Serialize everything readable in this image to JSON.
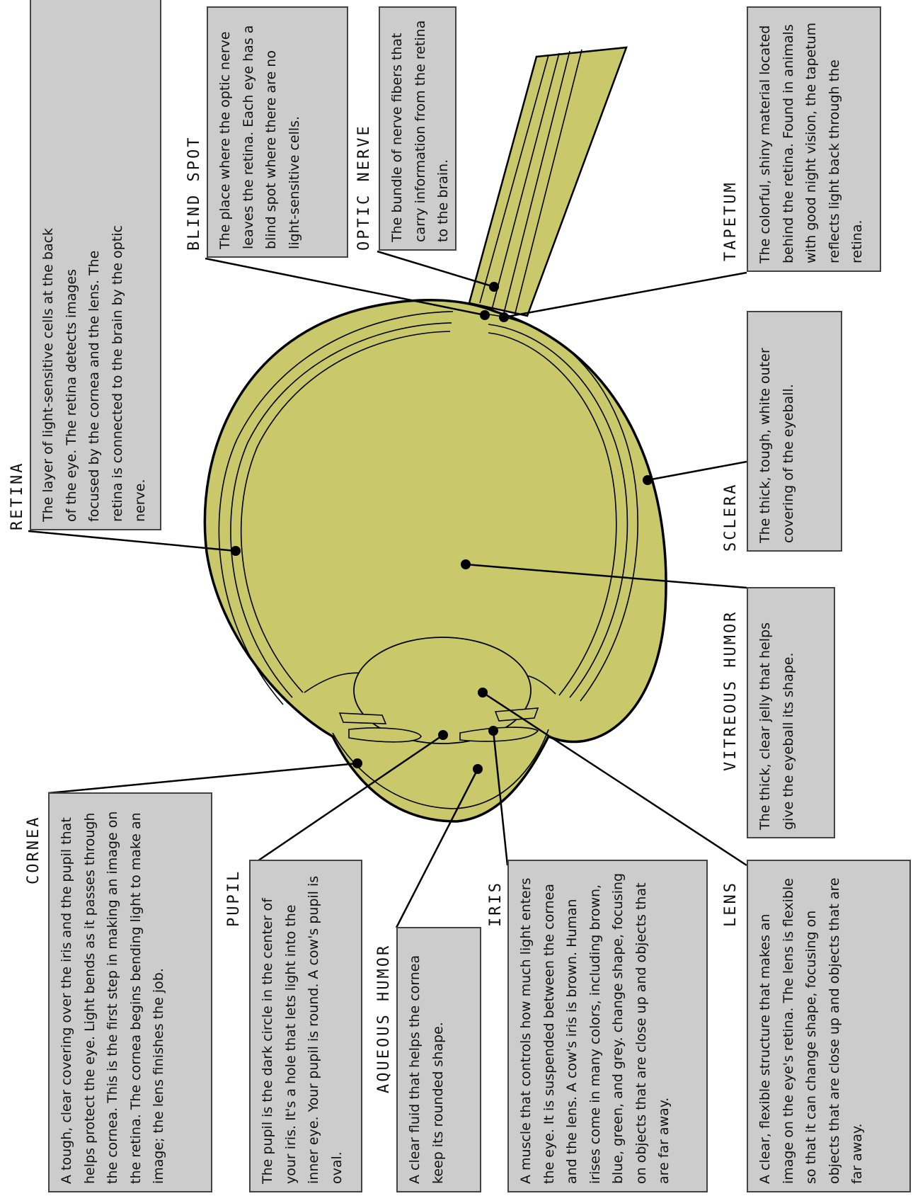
{
  "colors": {
    "eye_fill": "#c9c86a",
    "box_fill": "#cccccc",
    "line": "#000000"
  },
  "parts": {
    "retina": {
      "label": "RETINA",
      "text": "The layer of light-sensitive cells at the back of the eye. The retina detects images focused by the cornea and the lens. The retina is connected to the brain by the optic nerve."
    },
    "blind_spot": {
      "label": "BLIND SPOT",
      "text": "The place where the optic nerve leaves the retina. Each eye has a blind spot where there are no light-sensitive cells."
    },
    "optic_nerve": {
      "label": "OPTIC NERVE",
      "text": "The bundle of nerve fibers that carry information from the retina to the brain."
    },
    "tapetum": {
      "label": "TAPETUM",
      "text": "The colorful, shiny material located behind the retina. Found in animals with good night vision, the tapetum reflects light back through the retina."
    },
    "sclera": {
      "label": "SCLERA",
      "text": "The thick, tough, white outer covering of the eyeball."
    },
    "vitreous_humor": {
      "label": "VITREOUS HUMOR",
      "text": "The thick, clear jelly that helps give the eyeball its shape."
    },
    "cornea": {
      "label": "CORNEA",
      "text": "A tough, clear covering over the iris and the pupil that helps protect the eye. Light bends as it passes through the cornea. This is the first step in making an image on the retina. The cornea begins bending light to make an image; the lens finishes the job."
    },
    "pupil": {
      "label": "PUPIL",
      "text": "The pupil is the dark circle in the center of your iris. It's a hole that lets light into the inner eye. Your pupil is round. A cow's pupil is oval."
    },
    "aqueous_humor": {
      "label": "AQUEOUS HUMOR",
      "text": "A clear fluid that helps the cornea keep its rounded shape."
    },
    "iris": {
      "label": "IRIS",
      "text": "A muscle that controls how much light enters the eye. It is suspended between the cornea and the lens. A cow's iris is brown. Human irises come in many colors, including brown, blue, green, and grey. change shape, focusing on objects that are close up and objects that are far away."
    },
    "lens": {
      "label": "LENS",
      "text": "A clear, flexible structure that makes an image on the eye's retina. The lens is flexible so that it can change shape, focusing on objects that are close up and objects that are far away."
    }
  }
}
